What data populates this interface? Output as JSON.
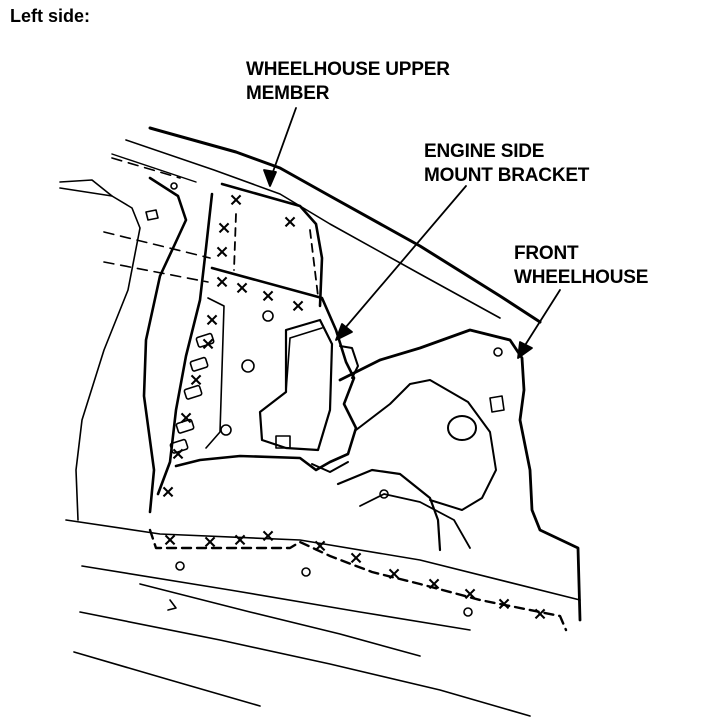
{
  "title": "Left side:",
  "labels": {
    "wheelhouse_upper_member": [
      "WHEELHOUSE UPPER",
      "MEMBER"
    ],
    "engine_side_mount_bracket": [
      "ENGINE SIDE",
      "MOUNT BRACKET"
    ],
    "front_wheelhouse": [
      "FRONT",
      "WHEELHOUSE"
    ]
  },
  "weld_mark": "×",
  "colors": {
    "ink": "#000000",
    "paper": "#ffffff"
  }
}
